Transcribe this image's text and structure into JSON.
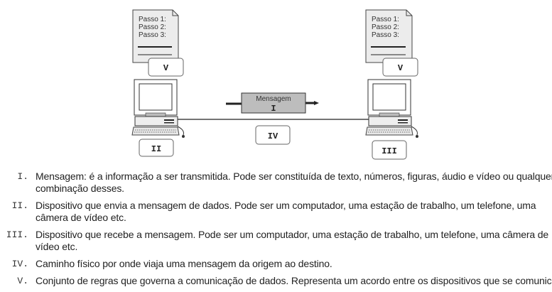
{
  "diagram": {
    "sender_doc_lines": [
      "Passo 1:",
      "Passo 2:",
      "Passo 3:"
    ],
    "receiver_doc_lines": [
      "Passo 1:",
      "Passo 2:",
      "Passo 3:"
    ],
    "label_protocol_left": "V",
    "label_protocol_right": "V",
    "message_title": "Mensagem",
    "message_label": "I",
    "label_sender": "II",
    "label_medium": "IV",
    "label_receiver": "III"
  },
  "items": [
    {
      "num": "I.",
      "lines": [
        "Mensagem: é a informação a ser transmitida. Pode ser constituída de texto, números, figuras, áudio e vídeo ou qualquer",
        "combinação desses."
      ]
    },
    {
      "num": "II.",
      "lines": [
        "Dispositivo que envia a mensagem de dados. Pode ser um computador, uma estação de trabalho, um telefone, uma",
        "câmera de vídeo etc."
      ]
    },
    {
      "num": "III.",
      "lines": [
        "Dispositivo que recebe a mensagem. Pode ser um computador, uma estação de trabalho, um telefone, uma câmera de",
        "vídeo etc."
      ]
    },
    {
      "num": "IV.",
      "lines": [
        "Caminho físico por onde viaja uma mensagem da origem ao destino."
      ]
    },
    {
      "num": "V.",
      "lines": [
        "Conjunto de regras que governa a comunicação de dados. Representa um acordo entre os dispositivos que se comunicam."
      ]
    }
  ]
}
